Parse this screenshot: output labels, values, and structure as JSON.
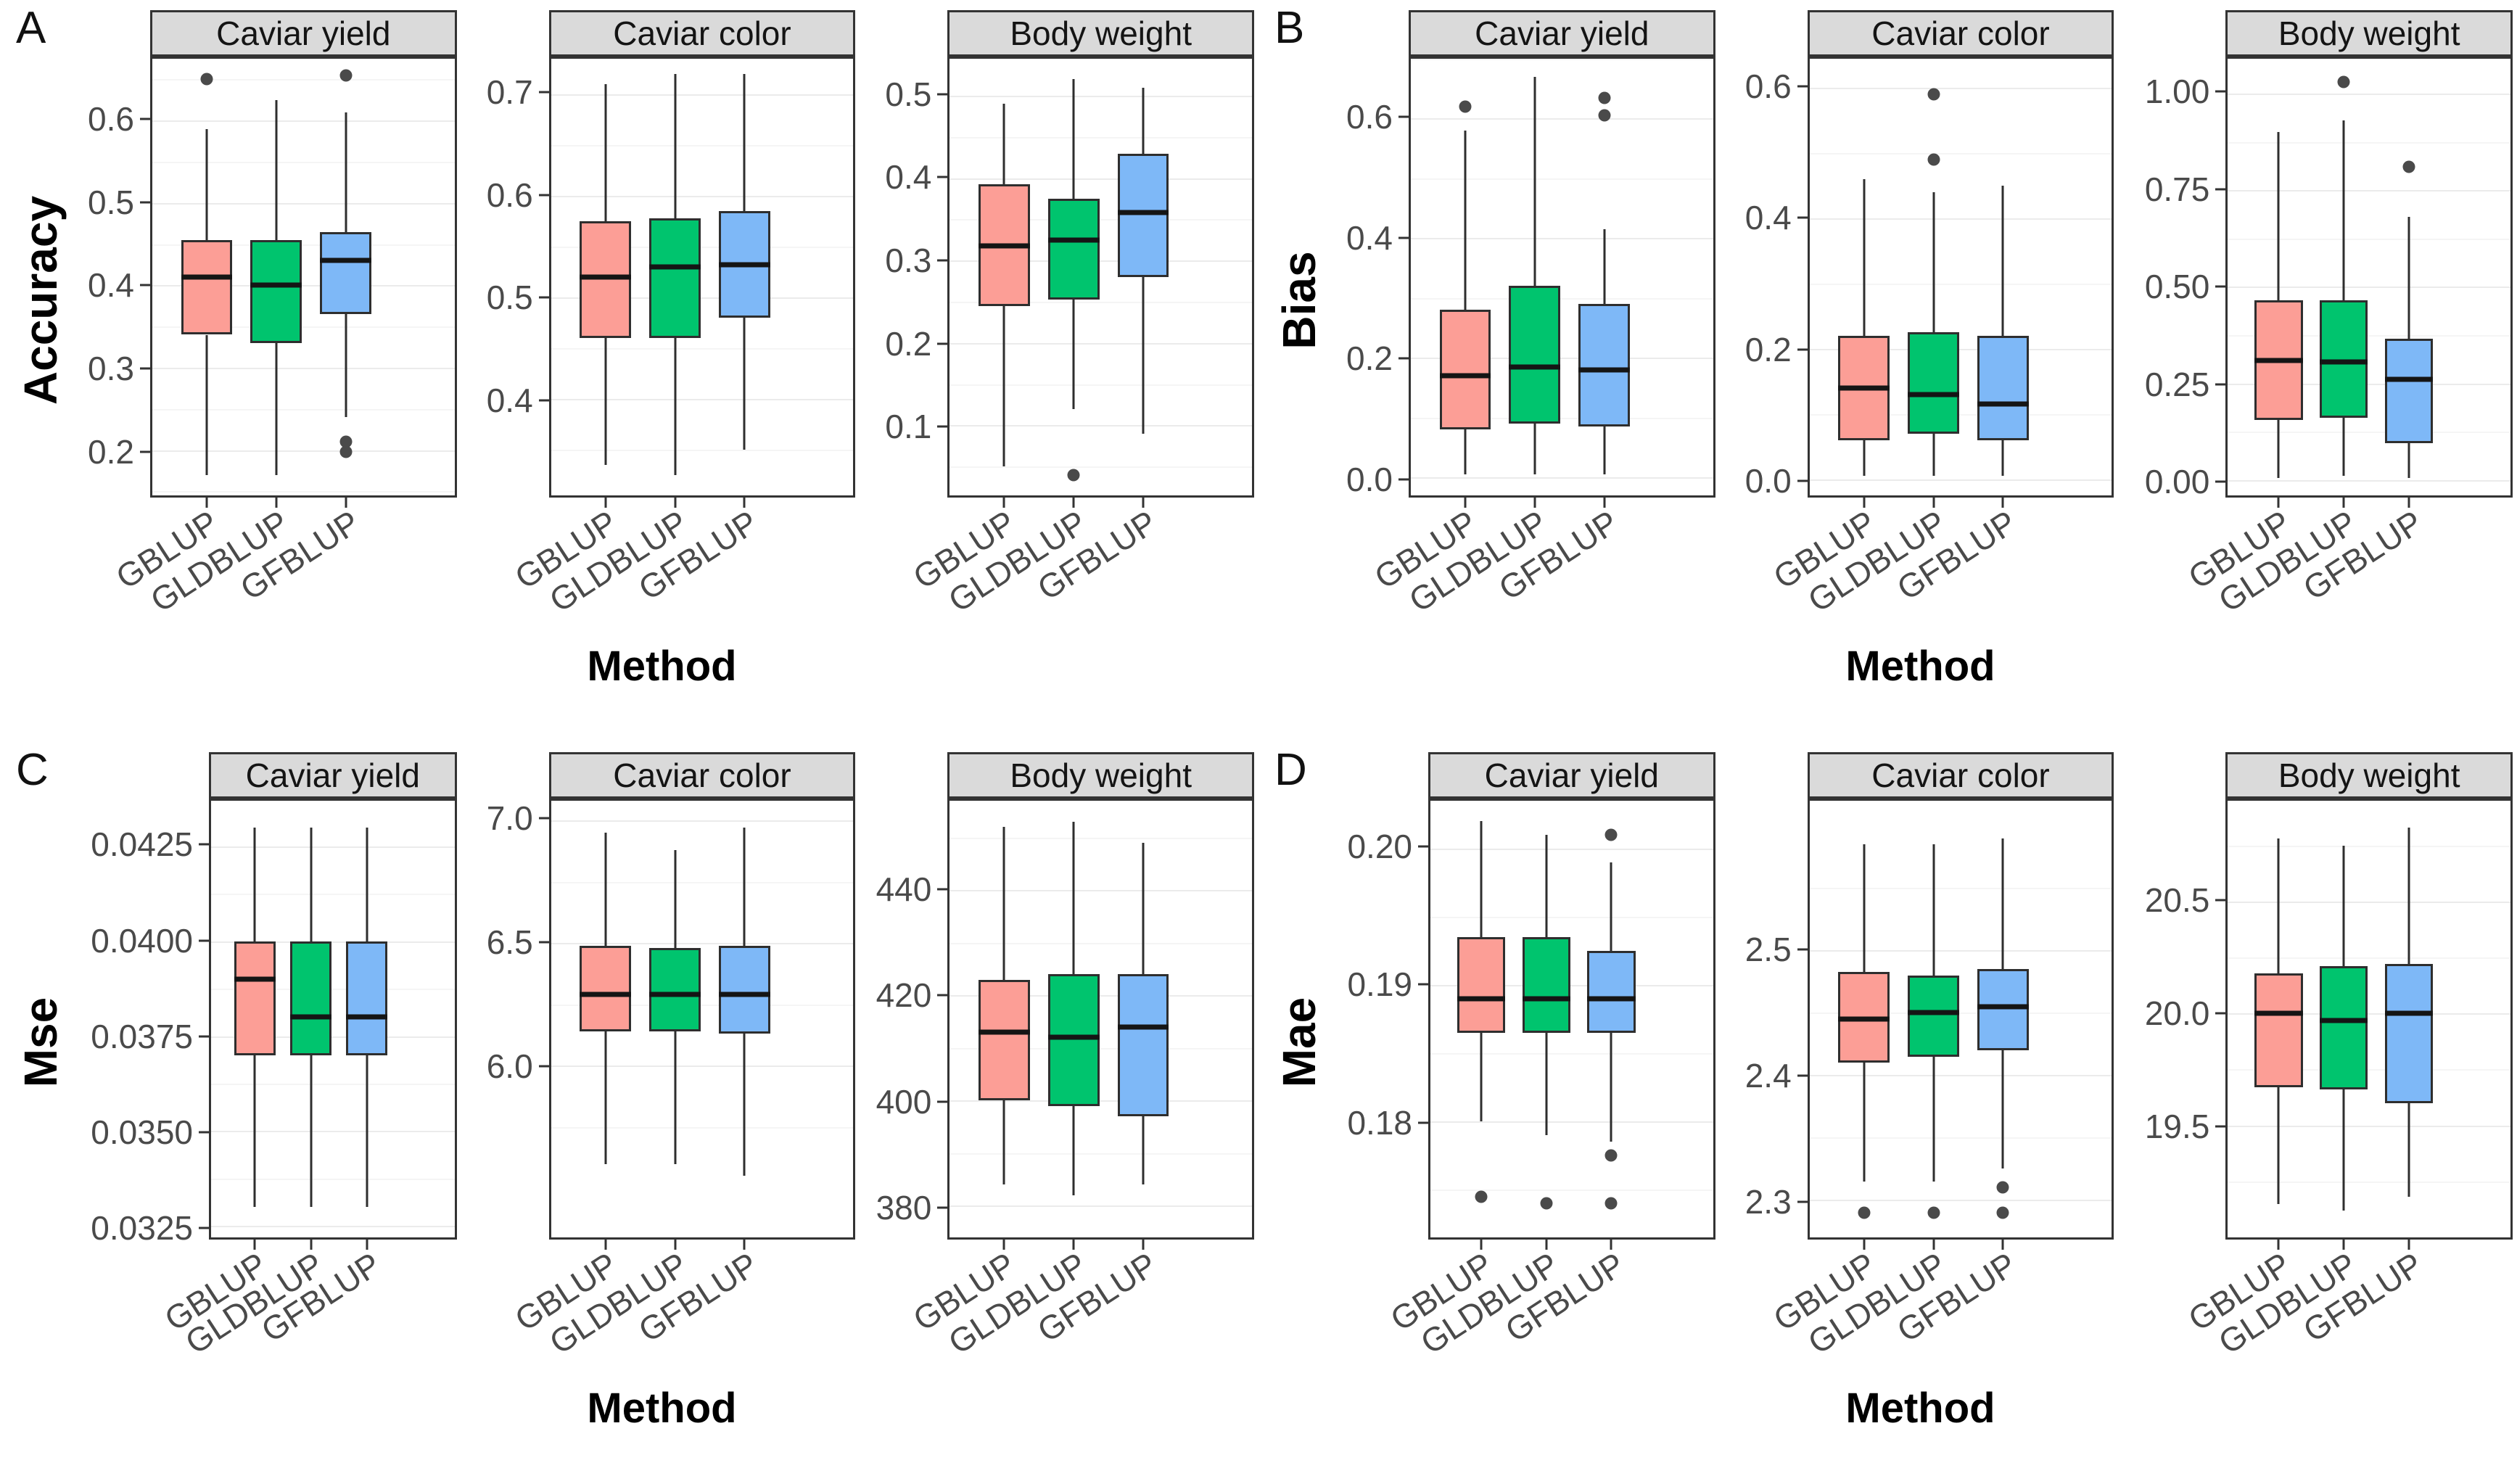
{
  "methods": [
    "GBLUP",
    "GLDBLUP",
    "GFBLUP"
  ],
  "colors": {
    "box_fills": [
      "#FC9E96",
      "#00C46E",
      "#7EB8F7"
    ],
    "box_border": "#2e2e2e",
    "median_line": "#151515",
    "outlier_dot": "#4a4a4a",
    "strip_background": "#DADADA",
    "panel_border": "#333333",
    "grid_major": "#EBEBEB",
    "grid_minor": "#F5F5F5",
    "axis_text": "#4a4a4a"
  },
  "chart_data": [
    {
      "type": "boxplot",
      "panel": "A",
      "ylabel": "Accuracy",
      "xlabel": "Method",
      "legend_position": "none",
      "grid": "major+minor",
      "categories": [
        "GBLUP",
        "GLDBLUP",
        "GFBLUP"
      ],
      "facets": [
        {
          "label": "Caviar yield",
          "ylim": [
            0.145,
            0.675
          ],
          "yticks": [
            {
              "value": 0.2,
              "label": "0.2"
            },
            {
              "value": 0.3,
              "label": "0.3"
            },
            {
              "value": 0.4,
              "label": "0.4"
            },
            {
              "value": 0.5,
              "label": "0.5"
            },
            {
              "value": 0.6,
              "label": "0.6"
            }
          ],
          "series": [
            {
              "name": "GBLUP",
              "whisker_low": 0.17,
              "q1": 0.34,
              "median": 0.41,
              "q3": 0.455,
              "whisker_high": 0.59,
              "outliers": [
                0.65
              ]
            },
            {
              "name": "GLDBLUP",
              "whisker_low": 0.17,
              "q1": 0.33,
              "median": 0.4,
              "q3": 0.455,
              "whisker_high": 0.625,
              "outliers": []
            },
            {
              "name": "GFBLUP",
              "whisker_low": 0.24,
              "q1": 0.365,
              "median": 0.43,
              "q3": 0.465,
              "whisker_high": 0.61,
              "outliers": [
                0.655,
                0.21,
                0.198
              ]
            }
          ]
        },
        {
          "label": "Caviar color",
          "ylim": [
            0.305,
            0.735
          ],
          "yticks": [
            {
              "value": 0.4,
              "label": "0.4"
            },
            {
              "value": 0.5,
              "label": "0.5"
            },
            {
              "value": 0.6,
              "label": "0.6"
            },
            {
              "value": 0.7,
              "label": "0.7"
            }
          ],
          "series": [
            {
              "name": "GBLUP",
              "whisker_low": 0.335,
              "q1": 0.46,
              "median": 0.52,
              "q3": 0.575,
              "whisker_high": 0.71,
              "outliers": []
            },
            {
              "name": "GLDBLUP",
              "whisker_low": 0.325,
              "q1": 0.46,
              "median": 0.53,
              "q3": 0.578,
              "whisker_high": 0.72,
              "outliers": []
            },
            {
              "name": "GFBLUP",
              "whisker_low": 0.35,
              "q1": 0.48,
              "median": 0.532,
              "q3": 0.585,
              "whisker_high": 0.72,
              "outliers": []
            }
          ]
        },
        {
          "label": "Body weight",
          "ylim": [
            0.015,
            0.545
          ],
          "yticks": [
            {
              "value": 0.1,
              "label": "0.1"
            },
            {
              "value": 0.2,
              "label": "0.2"
            },
            {
              "value": 0.3,
              "label": "0.3"
            },
            {
              "value": 0.4,
              "label": "0.4"
            },
            {
              "value": 0.5,
              "label": "0.5"
            }
          ],
          "series": [
            {
              "name": "GBLUP",
              "whisker_low": 0.05,
              "q1": 0.245,
              "median": 0.318,
              "q3": 0.393,
              "whisker_high": 0.49,
              "outliers": []
            },
            {
              "name": "GLDBLUP",
              "whisker_low": 0.12,
              "q1": 0.253,
              "median": 0.325,
              "q3": 0.375,
              "whisker_high": 0.52,
              "outliers": [
                0.04
              ]
            },
            {
              "name": "GFBLUP",
              "whisker_low": 0.09,
              "q1": 0.28,
              "median": 0.358,
              "q3": 0.43,
              "whisker_high": 0.51,
              "outliers": []
            }
          ]
        }
      ]
    },
    {
      "type": "boxplot",
      "panel": "B",
      "ylabel": "Bias",
      "xlabel": "Method",
      "legend_position": "none",
      "grid": "major+minor",
      "categories": [
        "GBLUP",
        "GLDBLUP",
        "GFBLUP"
      ],
      "facets": [
        {
          "label": "Caviar yield",
          "ylim": [
            -0.03,
            0.7
          ],
          "yticks": [
            {
              "value": 0.0,
              "label": "0.0"
            },
            {
              "value": 0.2,
              "label": "0.2"
            },
            {
              "value": 0.4,
              "label": "0.4"
            },
            {
              "value": 0.6,
              "label": "0.6"
            }
          ],
          "series": [
            {
              "name": "GBLUP",
              "whisker_low": 0.005,
              "q1": 0.08,
              "median": 0.17,
              "q3": 0.28,
              "whisker_high": 0.58,
              "outliers": [
                0.62
              ]
            },
            {
              "name": "GLDBLUP",
              "whisker_low": 0.005,
              "q1": 0.09,
              "median": 0.185,
              "q3": 0.32,
              "whisker_high": 0.67,
              "outliers": []
            },
            {
              "name": "GFBLUP",
              "whisker_low": 0.005,
              "q1": 0.085,
              "median": 0.18,
              "q3": 0.29,
              "whisker_high": 0.415,
              "outliers": [
                0.635,
                0.605
              ]
            }
          ]
        },
        {
          "label": "Caviar color",
          "ylim": [
            -0.025,
            0.645
          ],
          "yticks": [
            {
              "value": 0.0,
              "label": "0.0"
            },
            {
              "value": 0.2,
              "label": "0.2"
            },
            {
              "value": 0.4,
              "label": "0.4"
            },
            {
              "value": 0.6,
              "label": "0.6"
            }
          ],
          "series": [
            {
              "name": "GBLUP",
              "whisker_low": 0.005,
              "q1": 0.06,
              "median": 0.14,
              "q3": 0.22,
              "whisker_high": 0.46,
              "outliers": []
            },
            {
              "name": "GLDBLUP",
              "whisker_low": 0.005,
              "q1": 0.07,
              "median": 0.13,
              "q3": 0.225,
              "whisker_high": 0.44,
              "outliers": [
                0.59,
                0.49
              ]
            },
            {
              "name": "GFBLUP",
              "whisker_low": 0.005,
              "q1": 0.06,
              "median": 0.115,
              "q3": 0.22,
              "whisker_high": 0.45,
              "outliers": []
            }
          ]
        },
        {
          "label": "Body weight",
          "ylim": [
            -0.04,
            1.09
          ],
          "yticks": [
            {
              "value": 0.0,
              "label": "0.00"
            },
            {
              "value": 0.25,
              "label": "0.25"
            },
            {
              "value": 0.5,
              "label": "0.50"
            },
            {
              "value": 0.75,
              "label": "0.75"
            },
            {
              "value": 1.0,
              "label": "1.00"
            }
          ],
          "series": [
            {
              "name": "GBLUP",
              "whisker_low": 0.005,
              "q1": 0.155,
              "median": 0.31,
              "q3": 0.465,
              "whisker_high": 0.9,
              "outliers": []
            },
            {
              "name": "GLDBLUP",
              "whisker_low": 0.01,
              "q1": 0.16,
              "median": 0.305,
              "q3": 0.465,
              "whisker_high": 0.93,
              "outliers": [
                1.03
              ]
            },
            {
              "name": "GFBLUP",
              "whisker_low": 0.005,
              "q1": 0.095,
              "median": 0.26,
              "q3": 0.365,
              "whisker_high": 0.68,
              "outliers": [
                0.81
              ]
            }
          ]
        }
      ]
    },
    {
      "type": "boxplot",
      "panel": "C",
      "ylabel": "Mse",
      "xlabel": "Method",
      "legend_position": "none",
      "grid": "major+minor",
      "categories": [
        "GBLUP",
        "GLDBLUP",
        "GFBLUP"
      ],
      "facets": [
        {
          "label": "Caviar yield",
          "ylim": [
            0.0322,
            0.0437
          ],
          "yticks": [
            {
              "value": 0.0325,
              "label": "0.0325"
            },
            {
              "value": 0.035,
              "label": "0.0350"
            },
            {
              "value": 0.0375,
              "label": "0.0375"
            },
            {
              "value": 0.04,
              "label": "0.0400"
            },
            {
              "value": 0.0425,
              "label": "0.0425"
            }
          ],
          "series": [
            {
              "name": "GBLUP",
              "whisker_low": 0.033,
              "q1": 0.037,
              "median": 0.039,
              "q3": 0.04,
              "whisker_high": 0.043,
              "outliers": []
            },
            {
              "name": "GLDBLUP",
              "whisker_low": 0.033,
              "q1": 0.037,
              "median": 0.038,
              "q3": 0.04,
              "whisker_high": 0.043,
              "outliers": []
            },
            {
              "name": "GFBLUP",
              "whisker_low": 0.033,
              "q1": 0.037,
              "median": 0.038,
              "q3": 0.04,
              "whisker_high": 0.043,
              "outliers": []
            }
          ]
        },
        {
          "label": "Caviar color",
          "ylim": [
            5.3,
            7.08
          ],
          "yticks": [
            {
              "value": 6.0,
              "label": "6.0"
            },
            {
              "value": 6.5,
              "label": "6.5"
            },
            {
              "value": 7.0,
              "label": "7.0"
            }
          ],
          "series": [
            {
              "name": "GBLUP",
              "whisker_low": 5.6,
              "q1": 6.14,
              "median": 6.29,
              "q3": 6.49,
              "whisker_high": 6.95,
              "outliers": []
            },
            {
              "name": "GLDBLUP",
              "whisker_low": 5.6,
              "q1": 6.14,
              "median": 6.29,
              "q3": 6.48,
              "whisker_high": 6.88,
              "outliers": []
            },
            {
              "name": "GFBLUP",
              "whisker_low": 5.55,
              "q1": 6.13,
              "median": 6.29,
              "q3": 6.49,
              "whisker_high": 6.97,
              "outliers": []
            }
          ]
        },
        {
          "label": "Body weight",
          "ylim": [
            374,
            457
          ],
          "yticks": [
            {
              "value": 380,
              "label": "380"
            },
            {
              "value": 400,
              "label": "400"
            },
            {
              "value": 420,
              "label": "420"
            },
            {
              "value": 440,
              "label": "440"
            }
          ],
          "series": [
            {
              "name": "GBLUP",
              "whisker_low": 384,
              "q1": 400,
              "median": 413,
              "q3": 423,
              "whisker_high": 452,
              "outliers": []
            },
            {
              "name": "GLDBLUP",
              "whisker_low": 382,
              "q1": 399,
              "median": 412,
              "q3": 424,
              "whisker_high": 453,
              "outliers": []
            },
            {
              "name": "GFBLUP",
              "whisker_low": 384,
              "q1": 397,
              "median": 414,
              "q3": 424,
              "whisker_high": 449,
              "outliers": []
            }
          ]
        }
      ]
    },
    {
      "type": "boxplot",
      "panel": "D",
      "ylabel": "Mae",
      "xlabel": "Method",
      "legend_position": "none",
      "grid": "major+minor",
      "categories": [
        "GBLUP",
        "GLDBLUP",
        "GFBLUP"
      ],
      "facets": [
        {
          "label": "Caviar yield",
          "ylim": [
            0.1715,
            0.2035
          ],
          "yticks": [
            {
              "value": 0.18,
              "label": "0.18"
            },
            {
              "value": 0.19,
              "label": "0.19"
            },
            {
              "value": 0.2,
              "label": "0.20"
            }
          ],
          "series": [
            {
              "name": "GBLUP",
              "whisker_low": 0.18,
              "q1": 0.1865,
              "median": 0.189,
              "q3": 0.1935,
              "whisker_high": 0.202,
              "outliers": [
                0.1745
              ]
            },
            {
              "name": "GLDBLUP",
              "whisker_low": 0.179,
              "q1": 0.1865,
              "median": 0.189,
              "q3": 0.1935,
              "whisker_high": 0.201,
              "outliers": [
                0.174
              ]
            },
            {
              "name": "GFBLUP",
              "whisker_low": 0.1785,
              "q1": 0.1865,
              "median": 0.189,
              "q3": 0.1925,
              "whisker_high": 0.199,
              "outliers": [
                0.201,
                0.1775,
                0.174
              ]
            }
          ]
        },
        {
          "label": "Caviar color",
          "ylim": [
            2.27,
            2.62
          ],
          "yticks": [
            {
              "value": 2.3,
              "label": "2.3"
            },
            {
              "value": 2.4,
              "label": "2.4"
            },
            {
              "value": 2.5,
              "label": "2.5"
            }
          ],
          "series": [
            {
              "name": "GBLUP",
              "whisker_low": 2.315,
              "q1": 2.41,
              "median": 2.445,
              "q3": 2.483,
              "whisker_high": 2.585,
              "outliers": [
                2.29
              ]
            },
            {
              "name": "GLDBLUP",
              "whisker_low": 2.315,
              "q1": 2.415,
              "median": 2.45,
              "q3": 2.48,
              "whisker_high": 2.585,
              "outliers": [
                2.29
              ]
            },
            {
              "name": "GFBLUP",
              "whisker_low": 2.325,
              "q1": 2.42,
              "median": 2.455,
              "q3": 2.485,
              "whisker_high": 2.59,
              "outliers": [
                2.31,
                2.29
              ]
            }
          ]
        },
        {
          "label": "Body weight",
          "ylim": [
            19.0,
            20.95
          ],
          "yticks": [
            {
              "value": 19.5,
              "label": "19.5"
            },
            {
              "value": 20.0,
              "label": "20.0"
            },
            {
              "value": 20.5,
              "label": "20.5"
            }
          ],
          "series": [
            {
              "name": "GBLUP",
              "whisker_low": 19.15,
              "q1": 19.67,
              "median": 20.0,
              "q3": 20.18,
              "whisker_high": 20.78,
              "outliers": []
            },
            {
              "name": "GLDBLUP",
              "whisker_low": 19.12,
              "q1": 19.66,
              "median": 19.97,
              "q3": 20.21,
              "whisker_high": 20.75,
              "outliers": []
            },
            {
              "name": "GFBLUP",
              "whisker_low": 19.18,
              "q1": 19.6,
              "median": 20.0,
              "q3": 20.22,
              "whisker_high": 20.83,
              "outliers": []
            }
          ]
        }
      ]
    }
  ]
}
